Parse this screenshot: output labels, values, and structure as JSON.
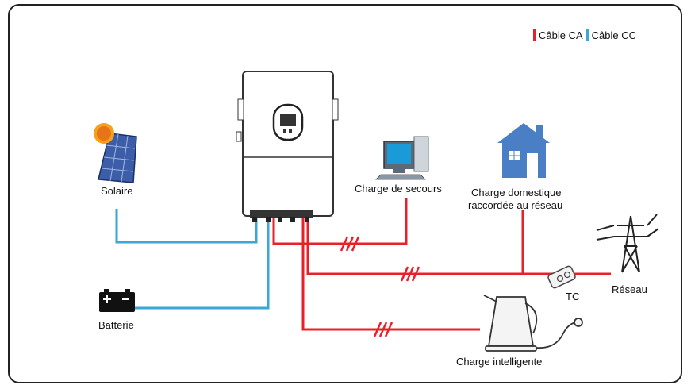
{
  "legend": {
    "ac": {
      "label": "Câble CA",
      "color": "#e8202a"
    },
    "dc": {
      "label": "Câble CC",
      "color": "#3aa7d6"
    }
  },
  "labels": {
    "solar": "Solaire",
    "battery": "Batterie",
    "backup": "Charge de secours",
    "home_line1": "Charge domestique",
    "home_line2": "raccordée au réseau",
    "grid": "Réseau",
    "ct": "TC",
    "smart": "Charge intelligente"
  },
  "icons": {
    "inverter": "inverter-icon",
    "solar": "solar-panel-icon",
    "battery": "battery-icon",
    "computer": "computer-icon",
    "house": "house-icon",
    "pylon": "power-pylon-icon",
    "ct": "current-transformer-icon",
    "kettle": "kettle-icon"
  }
}
